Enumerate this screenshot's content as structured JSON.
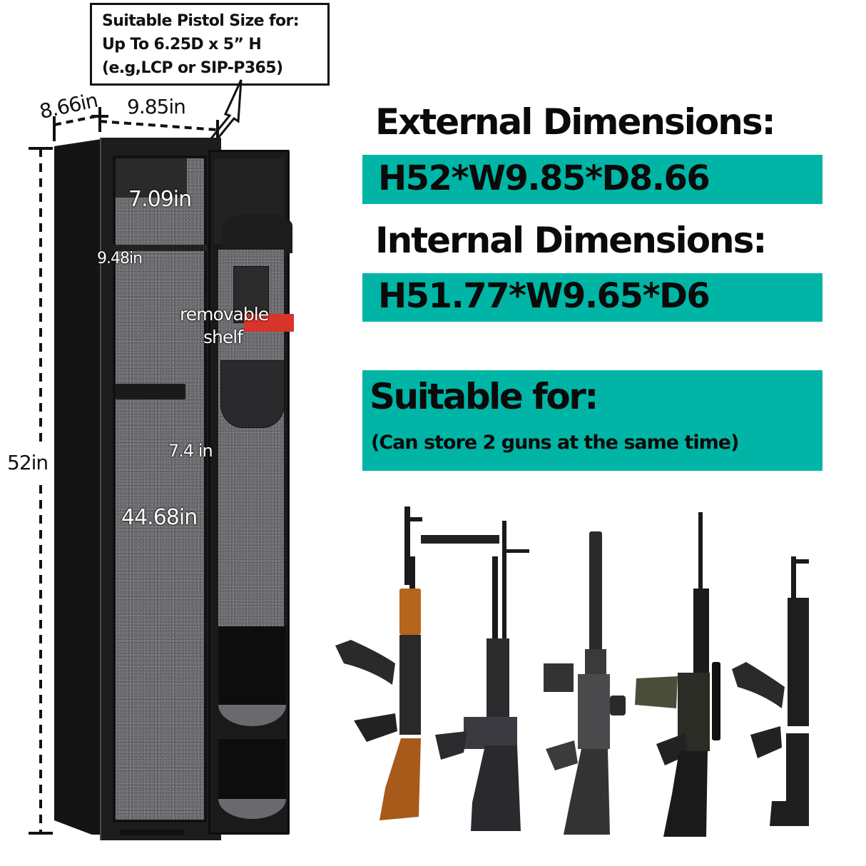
{
  "callout": {
    "lines": [
      "Suitable Pistol Size for:",
      "Up To 6.25D x 5”  H",
      "(e.g,LCP or SIP-P365)"
    ]
  },
  "dimensions": {
    "depth": "8.66in",
    "width": "9.85in",
    "height": "52in",
    "top_compartment_height": "7.09in",
    "shelf_width": "9.48in",
    "removable_shelf_label": [
      "removable",
      "shelf"
    ],
    "inner_gap": "7.4 in",
    "lower_compartment_height": "44.68in"
  },
  "external": {
    "heading": "External Dimensions:",
    "value": "H52*W9.85*D8.66"
  },
  "internal": {
    "heading": "Internal Dimensions:",
    "value": "H51.77*W9.65*D6"
  },
  "suitable": {
    "title": "Suitable for:",
    "subtitle": "(Can store 2 guns at the same time)"
  },
  "guns": [
    {
      "name": "ak-style rifle with wood furniture",
      "icon": "rifle-icon"
    },
    {
      "name": "machine gun",
      "icon": "rifle-icon"
    },
    {
      "name": "ar-style rifle with red dot",
      "icon": "rifle-icon"
    },
    {
      "name": "battle rifle with scope",
      "icon": "rifle-icon"
    },
    {
      "name": "tactical ak-style rifle",
      "icon": "rifle-icon"
    }
  ],
  "colors": {
    "accent_teal": "#00b5a5",
    "text": "#0a0a0a",
    "safe_black": "#1a1a1a",
    "felt_gray": "#6e6e72",
    "warning_red": "#d9342b",
    "wood": "#b5651d"
  }
}
